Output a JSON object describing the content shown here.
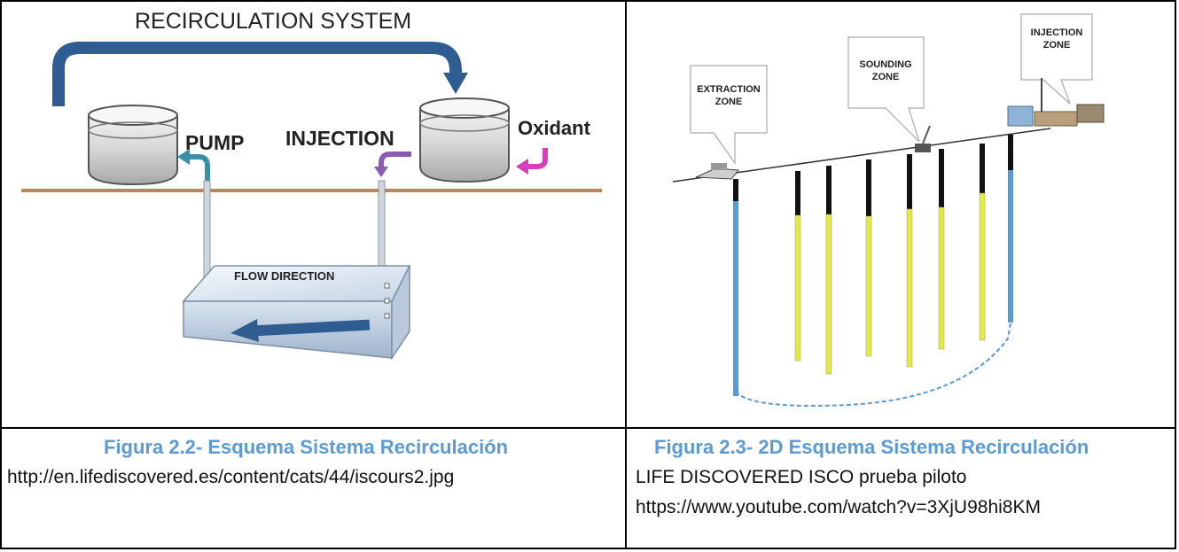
{
  "left_figure": {
    "title": "RECIRCULATION SYSTEM",
    "pump_label": "PUMP",
    "injection_label": "INJECTION",
    "oxidant_label": "Oxidant",
    "flow_label": "FLOW DIRECTION"
  },
  "right_figure": {
    "extraction_label_1": "EXTRACTION",
    "extraction_label_2": "ZONE",
    "sounding_label_1": "SOUNDING",
    "sounding_label_2": "ZONE",
    "injection_label_1": "INJECTION",
    "injection_label_2": "ZONE"
  },
  "captions": {
    "left_caption": "Figura 2.2- Esquema Sistema Recirculación",
    "left_source": "http://en.lifediscovered.es/content/cats/44/iscours2.jpg",
    "right_caption": "Figura 2.3- 2D Esquema Sistema Recirculación",
    "right_source_line1": "LIFE DISCOVERED ISCO prueba piloto",
    "right_source_line2": "https://www.youtube.com/watch?v=3XjU98hi8KM"
  }
}
